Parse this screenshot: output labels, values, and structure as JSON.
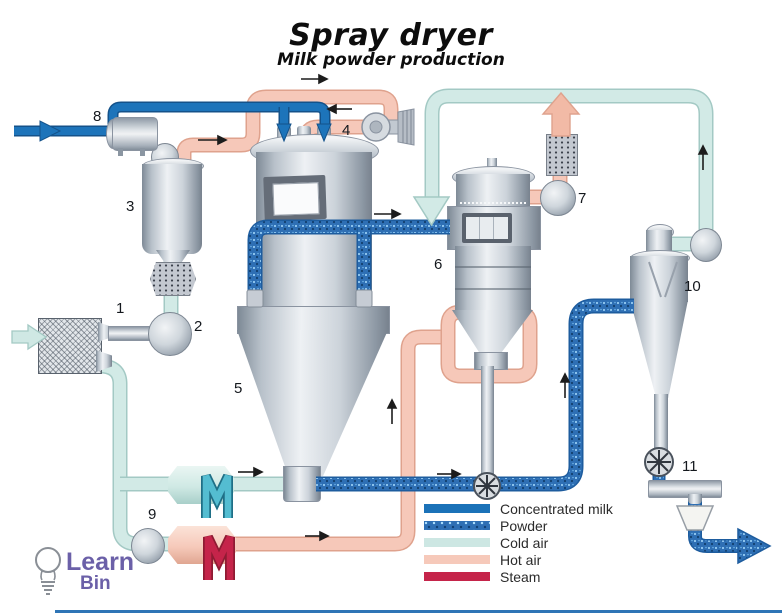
{
  "title": {
    "main": "Spray dryer",
    "subtitle": "Milk powder production"
  },
  "equipment_labels": [
    "1",
    "2",
    "3",
    "4",
    "5",
    "6",
    "7",
    "8",
    "9",
    "10",
    "11"
  ],
  "legend": {
    "items": [
      {
        "label": "Concentrated milk",
        "color": "#1b72b8",
        "pattern": "solid"
      },
      {
        "label": "Powder",
        "color": "#2e6fb4",
        "pattern": "speckled"
      },
      {
        "label": "Cold air",
        "color": "#cde7e3",
        "pattern": "solid"
      },
      {
        "label": "Hot air",
        "color": "#f6c9ba",
        "pattern": "solid"
      },
      {
        "label": "Steam",
        "color": "#c5244a",
        "pattern": "solid"
      }
    ]
  },
  "brand": {
    "line1": "Learn",
    "line2": "Bin",
    "color": "#6b60a8"
  },
  "colors": {
    "milk_pipe": "#1d74ba",
    "powder_base": "#2e6fb4",
    "cold_pipe": "#d2eae6",
    "hot_pipe": "#f6c8b9",
    "steam_coil": "#c5244a",
    "metal": "#c6ccd4",
    "bottom_rule": "#2e75b6"
  }
}
